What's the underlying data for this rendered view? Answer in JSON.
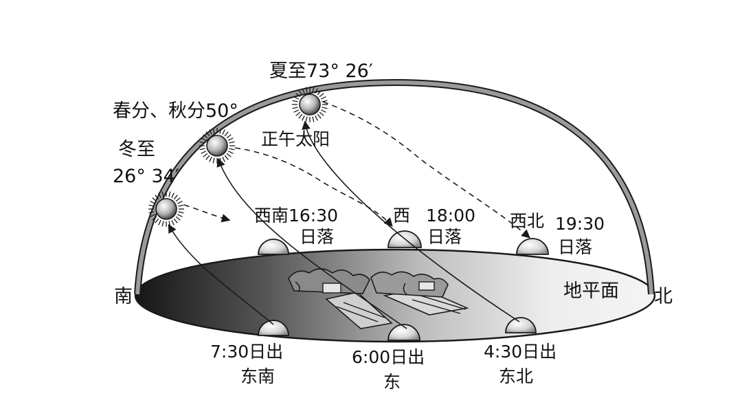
{
  "diagram": {
    "summer_solstice": "夏至73° 26′",
    "equinox": "春分、秋分50°",
    "winter_solstice_line1": "冬至",
    "winter_solstice_line2": "26° 34′",
    "noon_sun": "正午太阳",
    "south": "南",
    "north": "北",
    "horizon_plane": "地平面",
    "sunset_sw_line1": "西南16:30",
    "sunset_sw_line2": "日落",
    "sunset_w_dir": "西",
    "sunset_w_time": "18:00",
    "sunset_w_line2": "日落",
    "sunset_nw_dir": "西北",
    "sunset_nw_time": "19:30",
    "sunset_nw_line2": "日落",
    "sunrise_se_line1": "7:30日出",
    "sunrise_se_line2": "东南",
    "sunrise_e_line1": "6:00日出",
    "sunrise_e_line2": "东",
    "sunrise_ne_line1": "4:30日出",
    "sunrise_ne_line2": "东北"
  },
  "colors": {
    "line": "#1a1a1a",
    "dome": "#8c8c8c",
    "plane_dark": "#161616",
    "plane_light": "#f2f2f2"
  }
}
